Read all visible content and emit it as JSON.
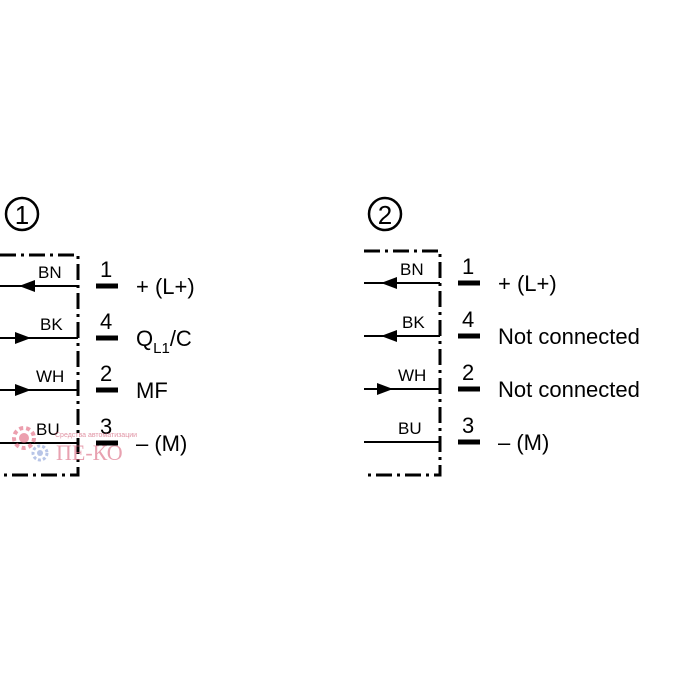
{
  "diagrams": [
    {
      "number": "1",
      "wires": [
        {
          "color": "BN",
          "pin": "1",
          "label": "+ (L+)",
          "arrow": "left"
        },
        {
          "color": "BK",
          "pin": "4",
          "label_main": "Q",
          "label_sub": "L1",
          "label_tail": "/C",
          "arrow": "right"
        },
        {
          "color": "WH",
          "pin": "2",
          "label": "MF",
          "arrow": "right"
        },
        {
          "color": "BU",
          "pin": "3",
          "label": "– (M)",
          "arrow": "none"
        }
      ]
    },
    {
      "number": "2",
      "wires": [
        {
          "color": "BN",
          "pin": "1",
          "label": "+ (L+)",
          "arrow": "left"
        },
        {
          "color": "BK",
          "pin": "4",
          "label": "Not connected",
          "arrow": "left"
        },
        {
          "color": "WH",
          "pin": "2",
          "label": "Not connected",
          "arrow": "right"
        },
        {
          "color": "BU",
          "pin": "3",
          "label": "– (M)",
          "arrow": "none"
        }
      ]
    }
  ],
  "watermark": {
    "brand": "ПЕ-КО",
    "tagline": "Средства автоматизации"
  }
}
